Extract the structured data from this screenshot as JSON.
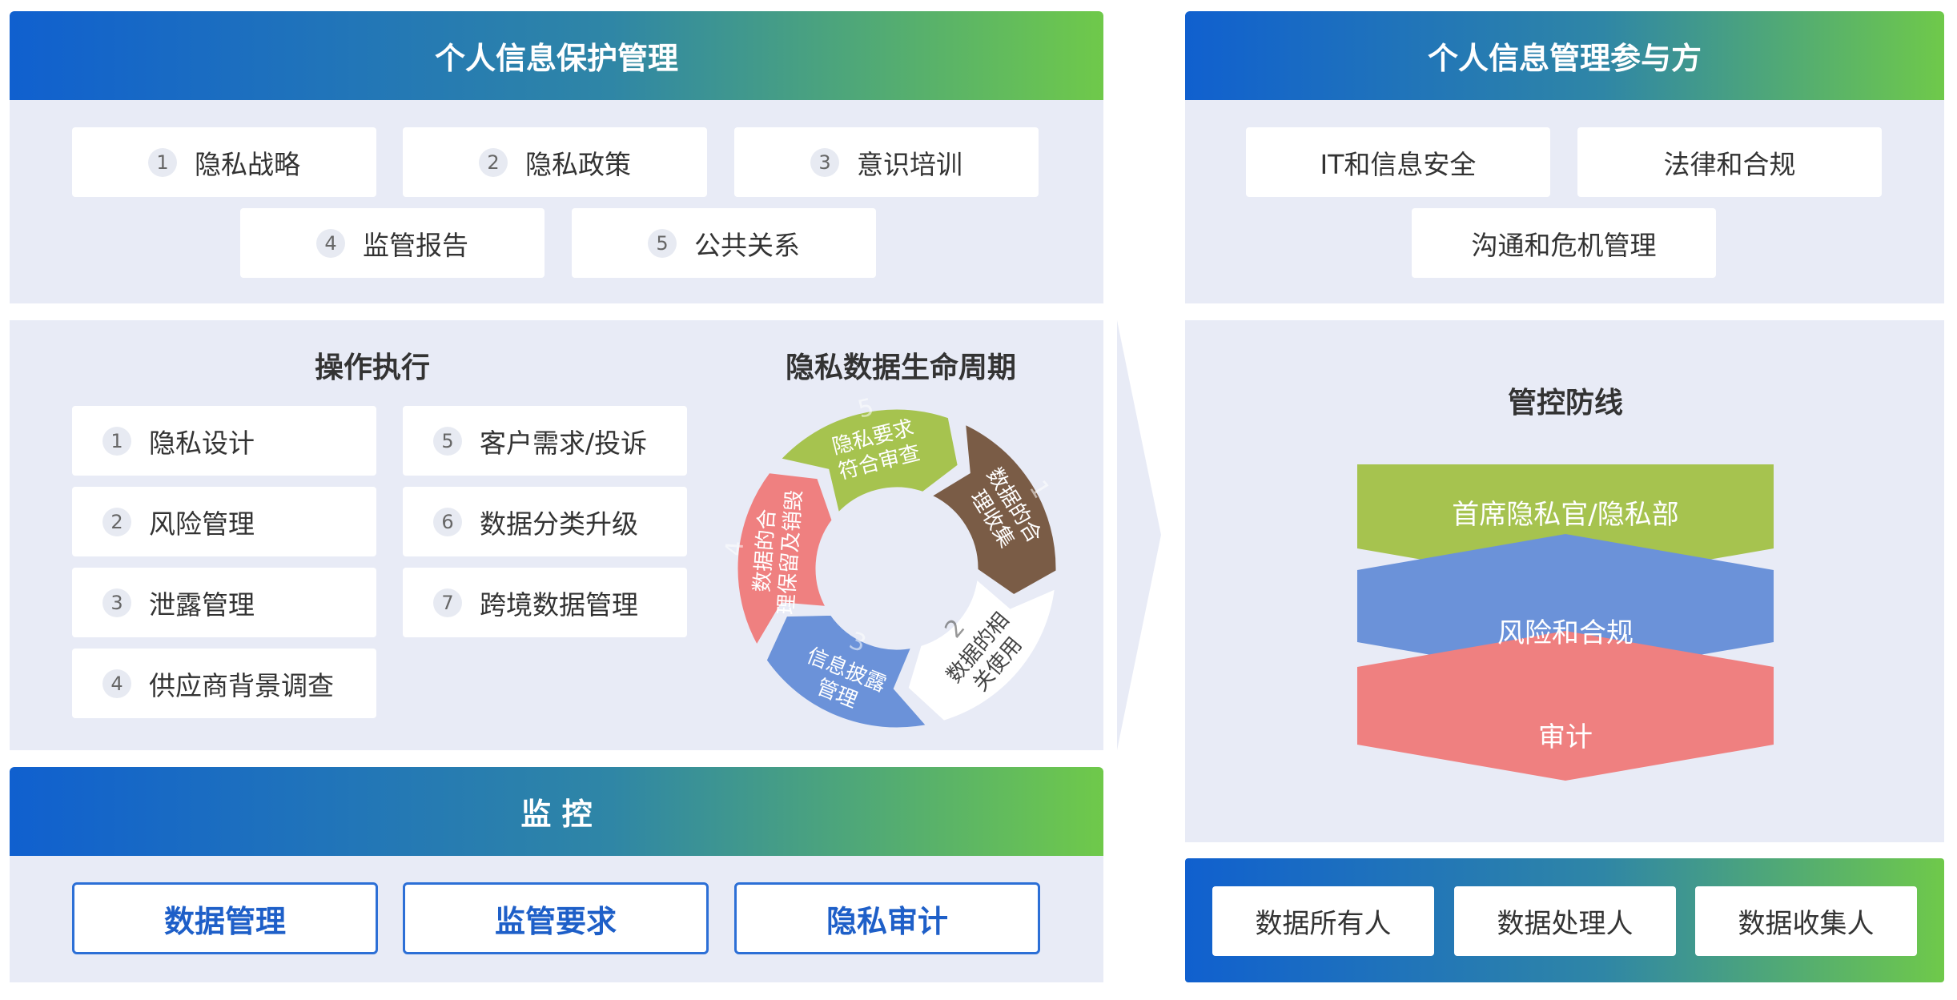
{
  "pim": {
    "title": "个人信息保护管理",
    "items": [
      {
        "num": "1",
        "label": "隐私战略"
      },
      {
        "num": "2",
        "label": "隐私政策"
      },
      {
        "num": "3",
        "label": "意识培训"
      },
      {
        "num": "4",
        "label": "监管报告"
      },
      {
        "num": "5",
        "label": "公共关系"
      }
    ]
  },
  "ops": {
    "title": "操作执行",
    "items": [
      {
        "num": "1",
        "label": "隐私设计"
      },
      {
        "num": "2",
        "label": "风险管理"
      },
      {
        "num": "3",
        "label": "泄露管理"
      },
      {
        "num": "4",
        "label": "供应商背景调查"
      },
      {
        "num": "5",
        "label": "客户需求/投诉"
      },
      {
        "num": "6",
        "label": "数据分类升级"
      },
      {
        "num": "7",
        "label": "跨境数据管理"
      }
    ]
  },
  "lifecycle": {
    "title": "隐私数据生命周期",
    "segments": [
      {
        "num": "1",
        "line1": "数据的合",
        "line2": "理收集",
        "color": "#7a5c46"
      },
      {
        "num": "2",
        "line1": "数据的相",
        "line2": "关使用",
        "color": "#ffffff"
      },
      {
        "num": "3",
        "line1": "信息披露",
        "line2": "管理",
        "color": "#6b92d9"
      },
      {
        "num": "4",
        "line1": "数据的合",
        "line2": "理保留及销毁",
        "color": "#ef8080"
      },
      {
        "num": "5",
        "line1": "隐私要求",
        "line2": "符合审查",
        "color": "#a6c34f"
      }
    ]
  },
  "monitor": {
    "title": "监 控",
    "buttons": [
      "数据管理",
      "监管要求",
      "隐私审计"
    ]
  },
  "participants": {
    "title": "个人信息管理参与方",
    "items": [
      "IT和信息安全",
      "法律和合规",
      "沟通和危机管理"
    ]
  },
  "defense": {
    "title": "管控防线",
    "layers": [
      {
        "label": "首席隐私官/隐私部",
        "color": "#a6c34f"
      },
      {
        "label": "风险和合规",
        "color": "#6b92d9"
      },
      {
        "label": "审计",
        "color": "#ef8080"
      }
    ]
  },
  "roles": [
    "数据所有人",
    "数据处理人",
    "数据收集人"
  ],
  "colors": {
    "banner_start": "#1060cf",
    "banner_end": "#6fc94a",
    "panel_bg": "#e8ebf6",
    "accent_blue": "#2c6fd6"
  }
}
